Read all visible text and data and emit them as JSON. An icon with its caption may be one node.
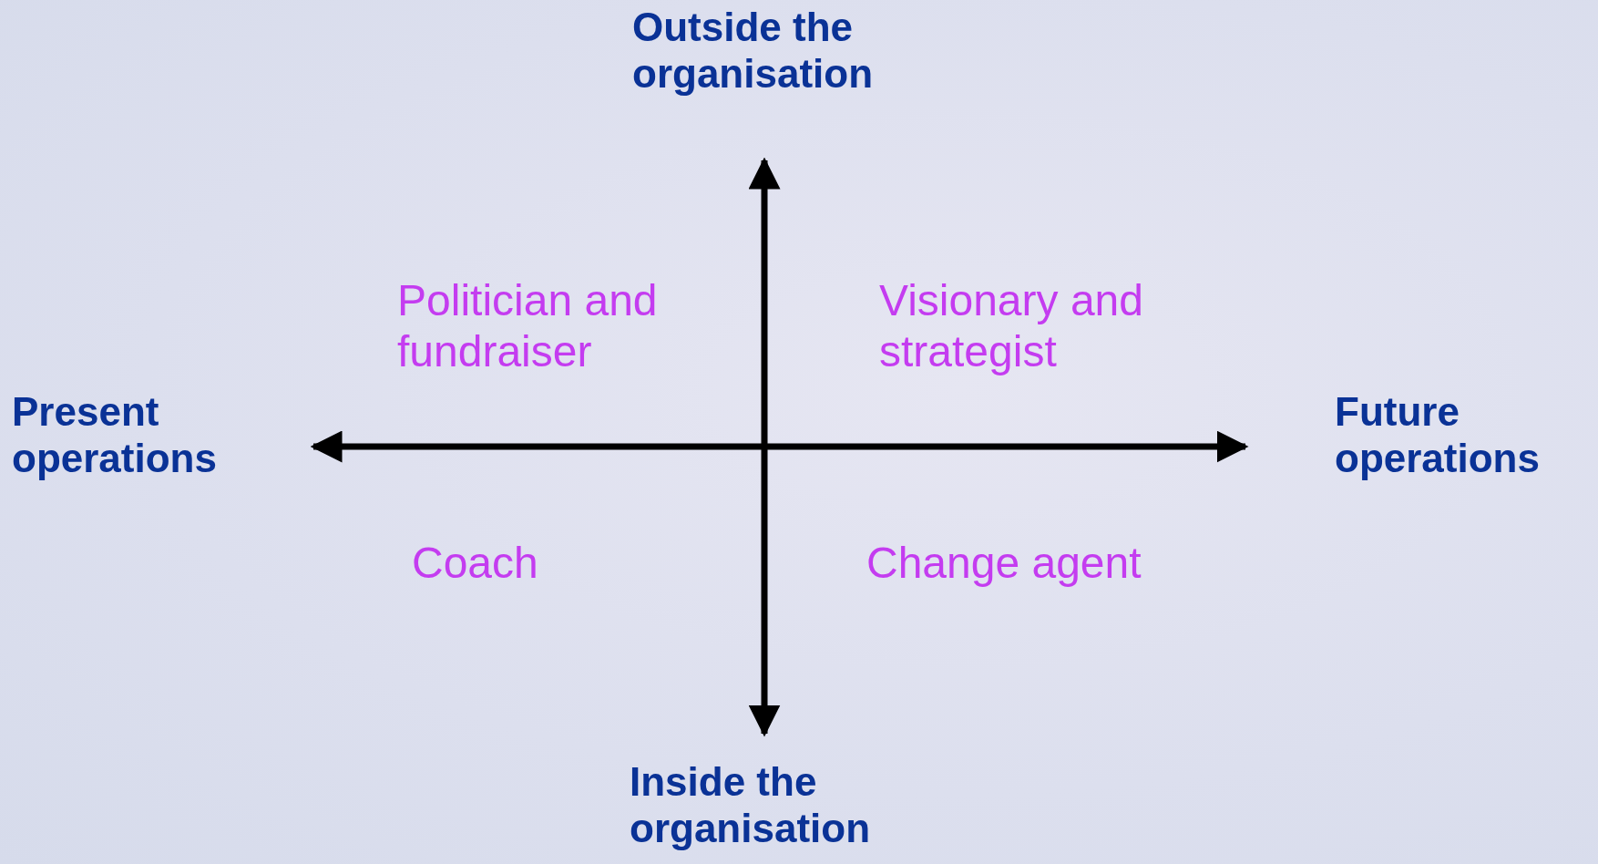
{
  "diagram": {
    "labels": [
      "Outside the organisation",
      "Politician and fundraiser",
      "Visionary and strategist",
      "Present operations",
      "Future operations",
      "Coach",
      "Change agent",
      "Inside the organisation"
    ]
  }
}
